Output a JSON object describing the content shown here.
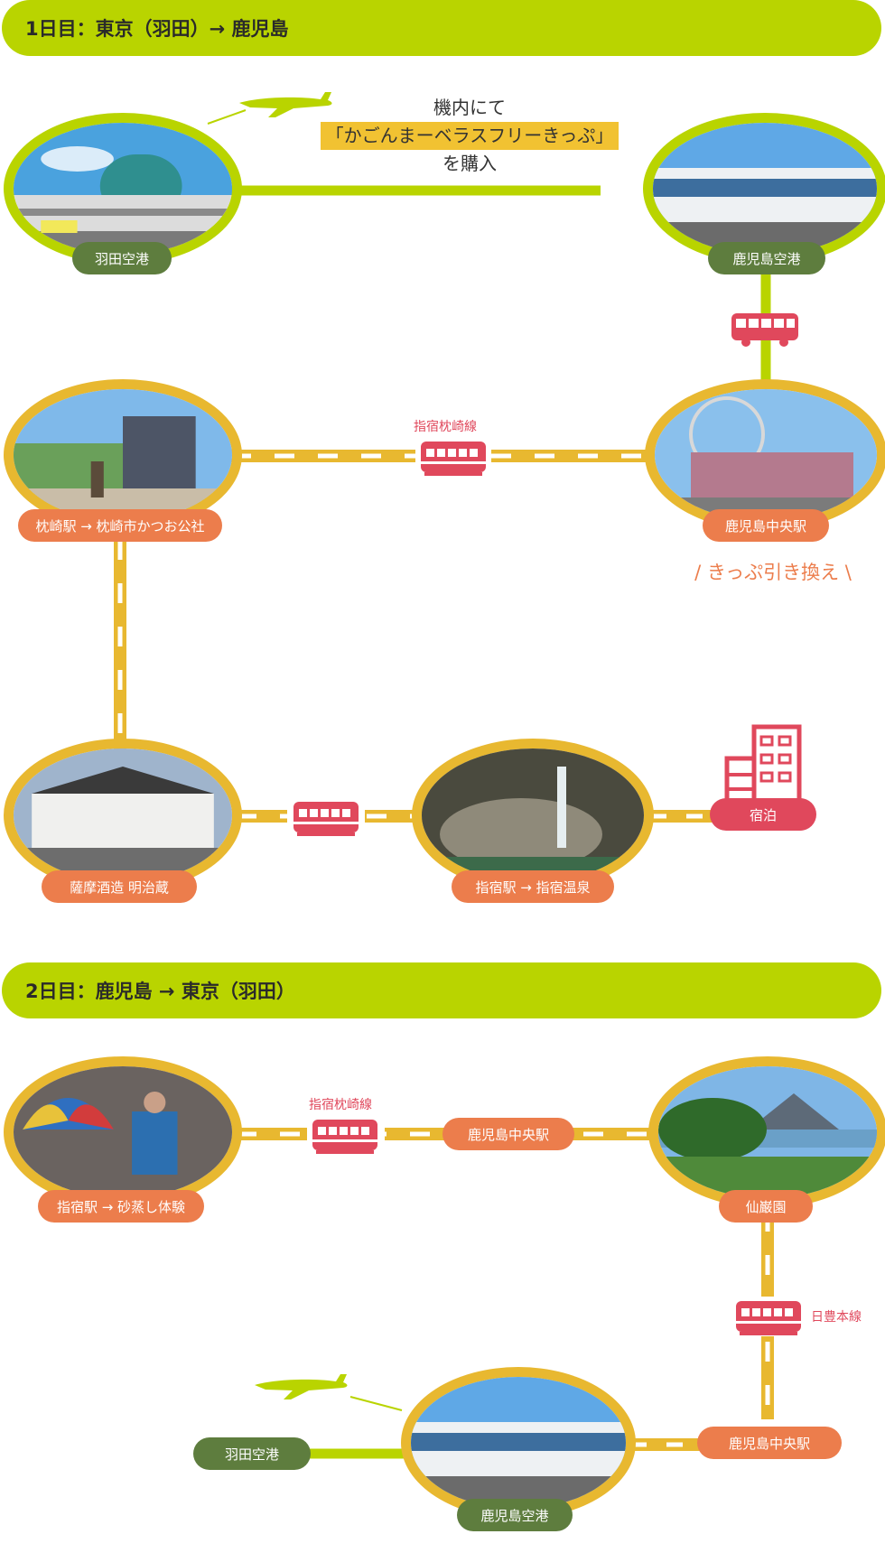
{
  "day1": {
    "title": "1日目：東京（羽田）→ 鹿児島",
    "purchase_note": {
      "line1": "機内にて",
      "line2": "「かごんまーベラスフリーきっぷ」",
      "line3": "を購入"
    },
    "stops": {
      "haneda": "羽田空港",
      "kagoshima_airport": "鹿児島空港",
      "kagoshima_chuo": "鹿児島中央駅",
      "makurazaki": "枕崎駅 → 枕崎市かつお公社",
      "meijigura": "薩摩酒造 明治蔵",
      "ibusuki_onsen": "指宿駅 → 指宿温泉",
      "stay": "宿泊"
    },
    "line_name": "指宿枕崎線",
    "exchange_note": "/ きっぷ引き換え \\"
  },
  "day2": {
    "title": "2日目：鹿児島 → 東京（羽田）",
    "line_name": "指宿枕崎線",
    "nippo_line": "日豊本線",
    "stops": {
      "sunamushi": "指宿駅 → 砂蒸し体験",
      "kagoshima_chuo_mid": "鹿児島中央駅",
      "sengan_en": "仙巌園",
      "kagoshima_chuo": "鹿児島中央駅",
      "kagoshima_airport": "鹿児島空港",
      "haneda": "羽田空港"
    }
  },
  "colors": {
    "green_frame": "#b9d400",
    "yellow_frame": "#e8b830",
    "pill_green": "#5e7d3e",
    "pill_orange": "#ec7d4c",
    "pill_red": "#e0485c"
  }
}
